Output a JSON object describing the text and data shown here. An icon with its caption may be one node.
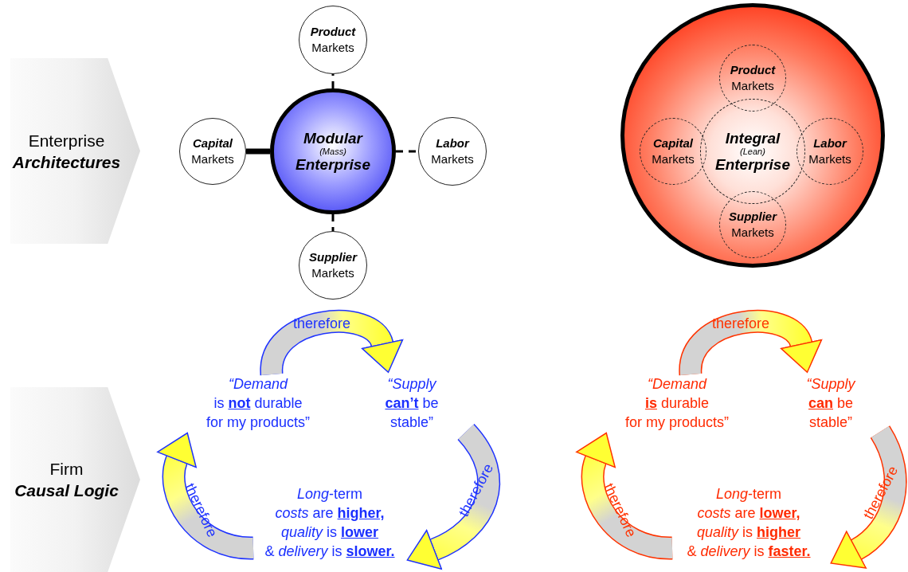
{
  "diagram": {
    "nodes": [
      {
        "text": [
          "Enterprise",
          "Architectures"
        ]
      },
      {
        "text": [
          "Firm",
          "Causal Logic"
        ]
      },
      {
        "text": [
          "Modular",
          "(Mass)",
          "Enterprise"
        ]
      },
      {
        "text": [
          "Product",
          "Markets"
        ]
      },
      {
        "text": [
          "Capital",
          "Markets"
        ]
      },
      {
        "text": [
          "Labor",
          "Markets"
        ]
      },
      {
        "text": [
          "Supplier",
          "Markets"
        ]
      },
      {
        "text": [],
        "shape": "circle"
      },
      {
        "text": [
          "Integral",
          "(Lean)",
          "Enterprise"
        ],
        "in": 7
      },
      {
        "text": [
          "Product",
          "Markets"
        ],
        "in": 7
      },
      {
        "text": [
          "Capital",
          "Markets"
        ],
        "in": 7
      },
      {
        "text": [
          "Labor",
          "Markets"
        ],
        "in": 7
      },
      {
        "text": [
          "Supplier",
          "Markets"
        ],
        "in": 7
      },
      {
        "text": [
          "*“Demand* is **not** durable for my products”"
        ]
      },
      {
        "text": [
          "*“Supply* **can’t** be stable”"
        ]
      },
      {
        "text": [
          "*Long*-term *costs* are **higher,** *quality* is **lower** & *delivery* is **slower.**"
        ]
      },
      {
        "text": [
          "*“Demand* **is** durable for my products”"
        ]
      },
      {
        "text": [
          "*“Supply* **can** be stable”"
        ]
      },
      {
        "text": [
          "*Long*-term *costs* are **lower,** *quality* is **higher** & *delivery* is **faster.**"
        ]
      }
    ],
    "edges": [
      {
        "from": 2,
        "to": 3,
        "arrow": "none",
        "style": "dashed"
      },
      {
        "from": 2,
        "to": 4,
        "arrow": "none",
        "style": "thick"
      },
      {
        "from": 2,
        "to": 5,
        "arrow": "none",
        "style": "dashed"
      },
      {
        "from": 2,
        "to": 6,
        "arrow": "none",
        "style": "dashed"
      },
      {
        "from": 13,
        "to": 14,
        "arrow": "to",
        "label": "therefore",
        "style": "thick",
        "color": "#1f33ff"
      },
      {
        "from": 14,
        "to": 15,
        "arrow": "to",
        "label": "therefore",
        "style": "thick",
        "color": "#1f33ff"
      },
      {
        "from": 15,
        "to": 13,
        "arrow": "to",
        "label": "therefore",
        "style": "thick",
        "color": "#1f33ff"
      },
      {
        "from": 16,
        "to": 17,
        "arrow": "to",
        "label": "therefore",
        "style": "thick",
        "color": "#ff3300"
      },
      {
        "from": 17,
        "to": 18,
        "arrow": "to",
        "label": "therefore",
        "style": "thick",
        "color": "#ff3300"
      },
      {
        "from": 18,
        "to": 16,
        "arrow": "to",
        "label": "therefore",
        "style": "thick",
        "color": "#ff3300"
      }
    ]
  }
}
